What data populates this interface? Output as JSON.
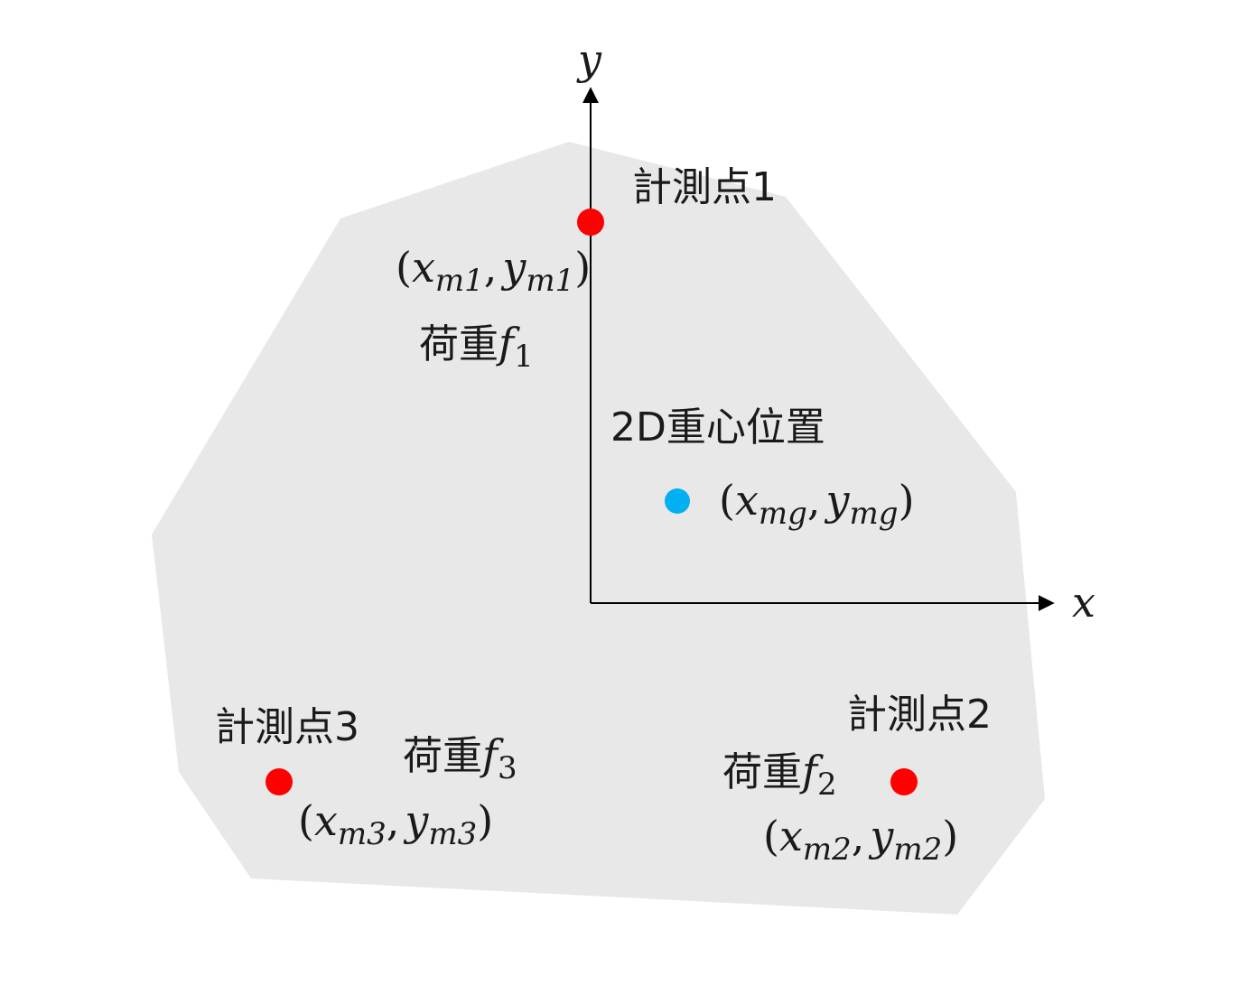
{
  "diagram": {
    "axes": {
      "x_label": "x",
      "y_label": "y"
    },
    "region": {
      "fill": "#e8e8e8"
    },
    "points": {
      "p1": {
        "name": "計測点1",
        "load_prefix": "荷重",
        "load_symbol": "f",
        "load_index": "1",
        "coord_x": "x",
        "coord_x_sub": "m1",
        "coord_y": "y",
        "coord_y_sub": "m1",
        "color": "#ff0000"
      },
      "p2": {
        "name": "計測点2",
        "load_prefix": "荷重",
        "load_symbol": "f",
        "load_index": "2",
        "coord_x": "x",
        "coord_x_sub": "m2",
        "coord_y": "y",
        "coord_y_sub": "m2",
        "color": "#ff0000"
      },
      "p3": {
        "name": "計測点3",
        "load_prefix": "荷重",
        "load_symbol": "f",
        "load_index": "3",
        "coord_x": "x",
        "coord_x_sub": "m3",
        "coord_y": "y",
        "coord_y_sub": "m3",
        "color": "#ff0000"
      },
      "g": {
        "name": "2D重心位置",
        "coord_x": "x",
        "coord_x_sub": "mg",
        "coord_y": "y",
        "coord_y_sub": "mg",
        "color": "#00b0f0"
      }
    },
    "punct": {
      "open": "(",
      "comma": ",",
      "close": ")"
    }
  }
}
